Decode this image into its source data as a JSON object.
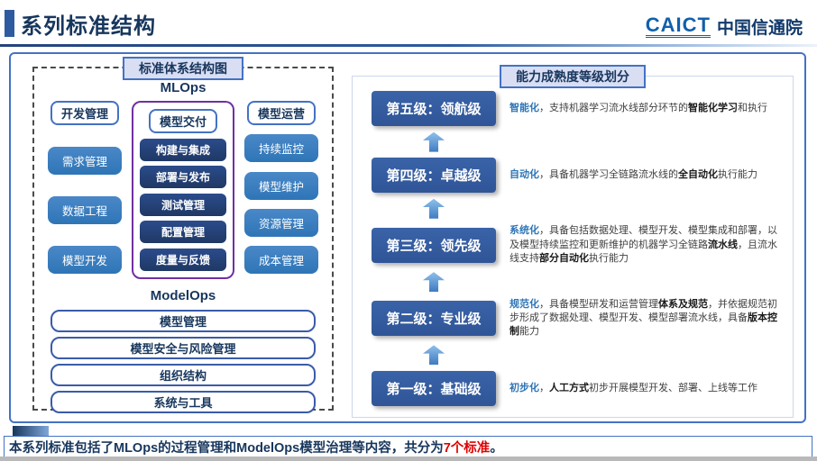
{
  "header": {
    "title": "系列标准结构",
    "logo": {
      "caict": "CAICT",
      "cn": "中国信通院"
    }
  },
  "left_panel": {
    "badge": "标准体系结构图",
    "mlops_title": "MLOps",
    "col_dev": {
      "header": "开发管理",
      "items": [
        "需求管理",
        "数据工程",
        "模型开发"
      ]
    },
    "col_delivery": {
      "header": "模型交付",
      "items": [
        "构建与集成",
        "部署与发布",
        "测试管理",
        "配置管理",
        "度量与反馈"
      ]
    },
    "col_ops": {
      "header": "模型运营",
      "items": [
        "持续监控",
        "模型维护",
        "资源管理",
        "成本管理"
      ]
    },
    "modelops_title": "ModelOps",
    "bars": [
      "模型管理",
      "模型安全与风险管理",
      "组织结构",
      "系统与工具"
    ]
  },
  "right_panel": {
    "badge": "能力成熟度等级划分",
    "levels": [
      {
        "label": "第五级：领航级",
        "segments": [
          {
            "text": "智能化",
            "style": "keyword"
          },
          {
            "text": "，支持机器学习流水线部分环节的",
            "style": ""
          },
          {
            "text": "智能化学习",
            "style": "bold"
          },
          {
            "text": "和执行",
            "style": ""
          }
        ]
      },
      {
        "label": "第四级：卓越级",
        "segments": [
          {
            "text": "自动化",
            "style": "keyword"
          },
          {
            "text": "，具备机器学习全链路流水线的",
            "style": ""
          },
          {
            "text": "全自动化",
            "style": "bold"
          },
          {
            "text": "执行能力",
            "style": ""
          }
        ]
      },
      {
        "label": "第三级：领先级",
        "segments": [
          {
            "text": "系统化",
            "style": "keyword"
          },
          {
            "text": "，具备包括数据处理、模型开发、模型集成和部署，以及模型持续监控和更新维护的机器学习全链路",
            "style": ""
          },
          {
            "text": "流水线",
            "style": "bold"
          },
          {
            "text": "，且流水线支持",
            "style": ""
          },
          {
            "text": "部分自动化",
            "style": "bold"
          },
          {
            "text": "执行能力",
            "style": ""
          }
        ]
      },
      {
        "label": "第二级：专业级",
        "segments": [
          {
            "text": "规范化",
            "style": "keyword"
          },
          {
            "text": "，具备模型研发和运营管理",
            "style": ""
          },
          {
            "text": "体系及规范",
            "style": "bold"
          },
          {
            "text": "，并依据规范初步形成了数据处理、模型开发、模型部署流水线，具备",
            "style": ""
          },
          {
            "text": "版本控制",
            "style": "bold"
          },
          {
            "text": "能力",
            "style": ""
          }
        ]
      },
      {
        "label": "第一级：基础级",
        "segments": [
          {
            "text": "初步化",
            "style": "keyword"
          },
          {
            "text": "，",
            "style": ""
          },
          {
            "text": "人工方式",
            "style": "bold"
          },
          {
            "text": "初步开展模型开发、部署、上线等工作",
            "style": ""
          }
        ]
      }
    ]
  },
  "footer": {
    "segments": [
      {
        "text": "本系列标准包括了MLOps的过程管理和ModelOps模型治理等内容，共分为",
        "style": ""
      },
      {
        "text": "7个标准",
        "style": "red"
      },
      {
        "text": "。",
        "style": ""
      }
    ]
  },
  "colors": {
    "title_navy": "#17365D",
    "accent_blue": "#2E5B9F",
    "level_box_blue": "#2F5597",
    "button_blue": "#2E75B6",
    "button_navy": "#1F3864",
    "delivery_border_purple": "#7030A0",
    "keyword_blue": "#2E75B6",
    "highlight_red": "#E00000"
  }
}
